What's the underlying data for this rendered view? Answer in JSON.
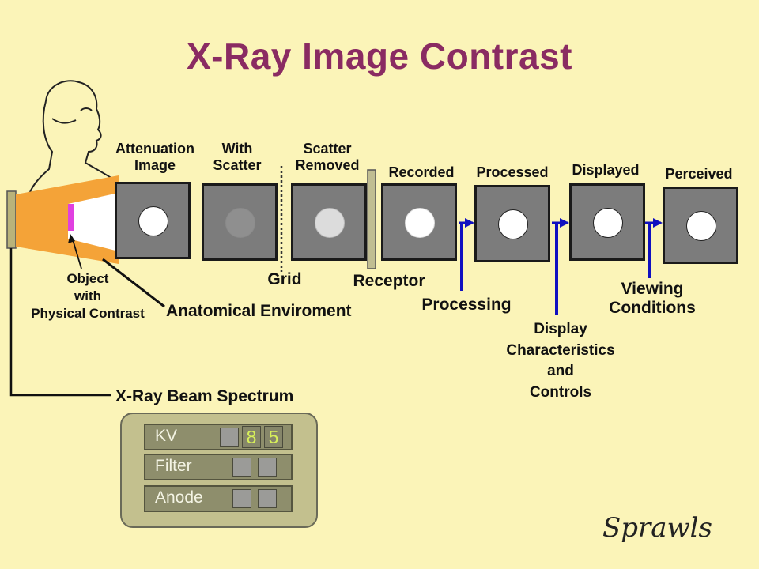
{
  "title": "X-Ray Image Contrast",
  "panels": [
    {
      "label": "Attenuation\nImage",
      "dot_color": "#ffffff"
    },
    {
      "label": "With\nScatter",
      "dot_color": "#8f8f8f"
    },
    {
      "label": "Scatter\nRemoved",
      "dot_color": "#dcdcdc"
    },
    {
      "label": "Recorded",
      "dot_color": "#ffffff"
    },
    {
      "label": "Processed",
      "dot_color": "#ffffff"
    },
    {
      "label": "Displayed",
      "dot_color": "#ffffff"
    },
    {
      "label": "Perceived",
      "dot_color": "#ffffff"
    }
  ],
  "labels": {
    "object": "Object\nwith\nPhysical Contrast",
    "anatomical": "Anatomical Enviroment",
    "grid": "Grid",
    "receptor": "Receptor",
    "processing": "Processing",
    "display": "Display\nCharacteristics\nand\nControls",
    "viewing": "Viewing\nConditions",
    "beam": "X-Ray Beam Spectrum"
  },
  "controls": {
    "kv_label": "KV",
    "kv_digit_1": "8",
    "kv_digit_2": "5",
    "filter_label": "Filter",
    "anode_label": "Anode"
  },
  "signature": "Sprawls",
  "colors": {
    "background": "#fbf4b8",
    "title": "#8a2b62",
    "beam": "#f4a338",
    "object": "#e040e0",
    "arrow": "#1010c0",
    "panel": "#7c7c7c"
  }
}
